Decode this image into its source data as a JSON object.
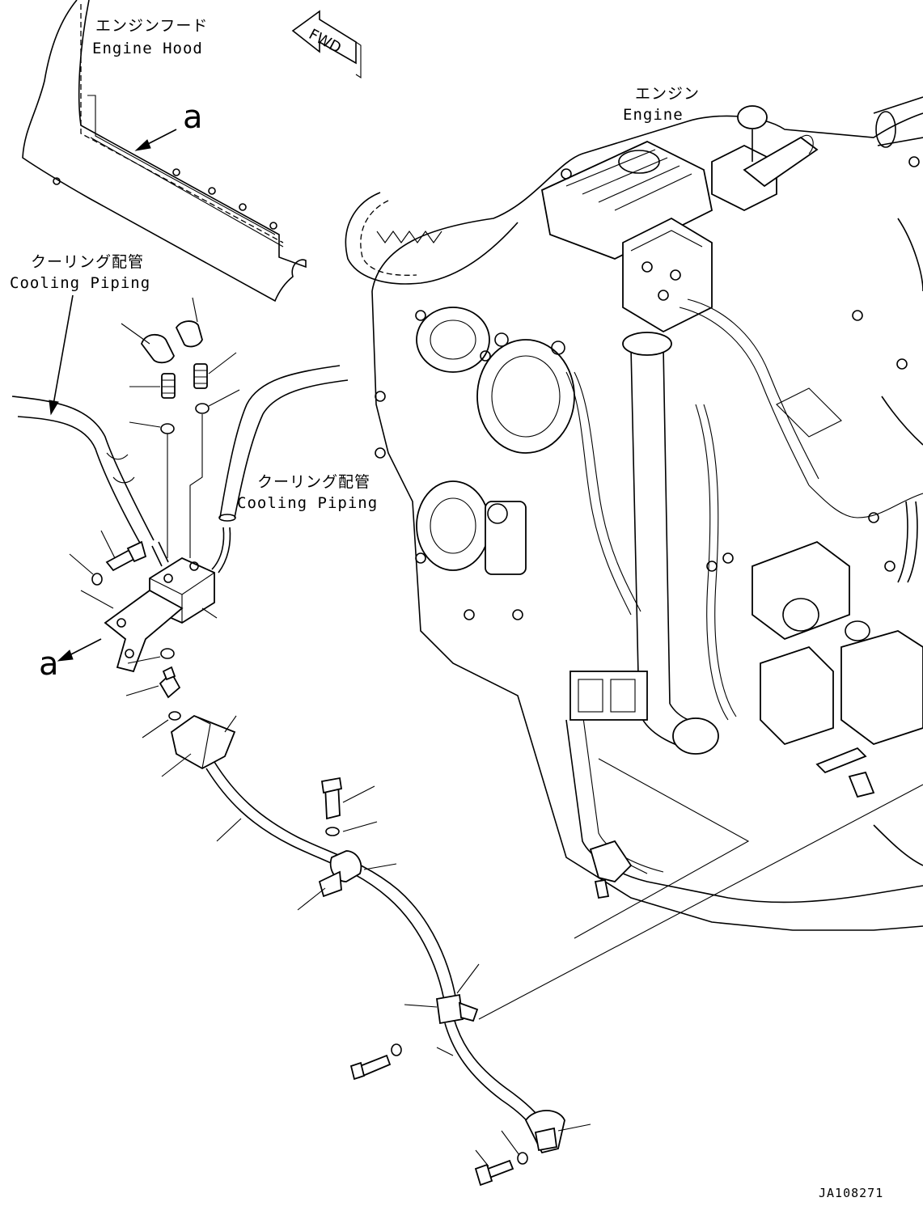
{
  "labels": {
    "engine_hood_jp": "エンジンフード",
    "engine_hood_en": "Engine Hood",
    "engine_jp": "エンジン",
    "engine_en": "Engine",
    "cooling_piping_jp_1": "クーリング配管",
    "cooling_piping_en_1": "Cooling Piping",
    "cooling_piping_jp_2": "クーリング配管",
    "cooling_piping_en_2": "Cooling Piping",
    "fwd": "FWD",
    "callout_a_top": "a",
    "callout_a_left": "a",
    "drawing_code": "JA108271"
  }
}
